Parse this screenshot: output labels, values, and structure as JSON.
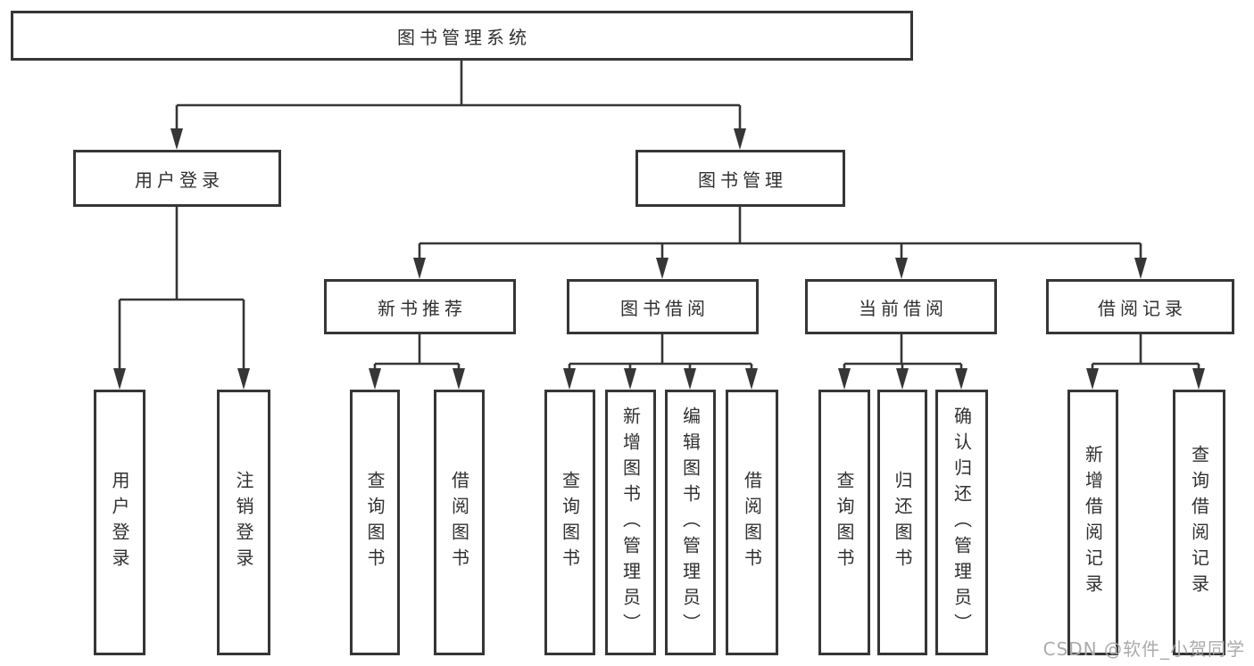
{
  "nodes": {
    "root": "图书管理系统",
    "user_login": "用户登录",
    "book_mgmt": "图书管理",
    "new_book": "新书推荐",
    "book_borrow": "图书借阅",
    "current_borrow": "当前借阅",
    "borrow_record": "借阅记录"
  },
  "leaves": {
    "user_login": [
      "用户登录",
      "注销登录"
    ],
    "new_book": [
      "查询图书",
      "借阅图书"
    ],
    "book_borrow": [
      "查询图书",
      "新增图书（管理员）",
      "编辑图书（管理员）",
      "借阅图书"
    ],
    "current_borrow": [
      "查询图书",
      "归还图书",
      "确认归还（管理员）"
    ],
    "borrow_record": [
      "新增借阅记录",
      "查询借阅记录"
    ]
  },
  "watermark": "CSDN @软件_小贺同学",
  "colors": {
    "line": "#363636",
    "box_fill": "#ffffff",
    "text": "#303030",
    "watermark": "#ababab"
  }
}
